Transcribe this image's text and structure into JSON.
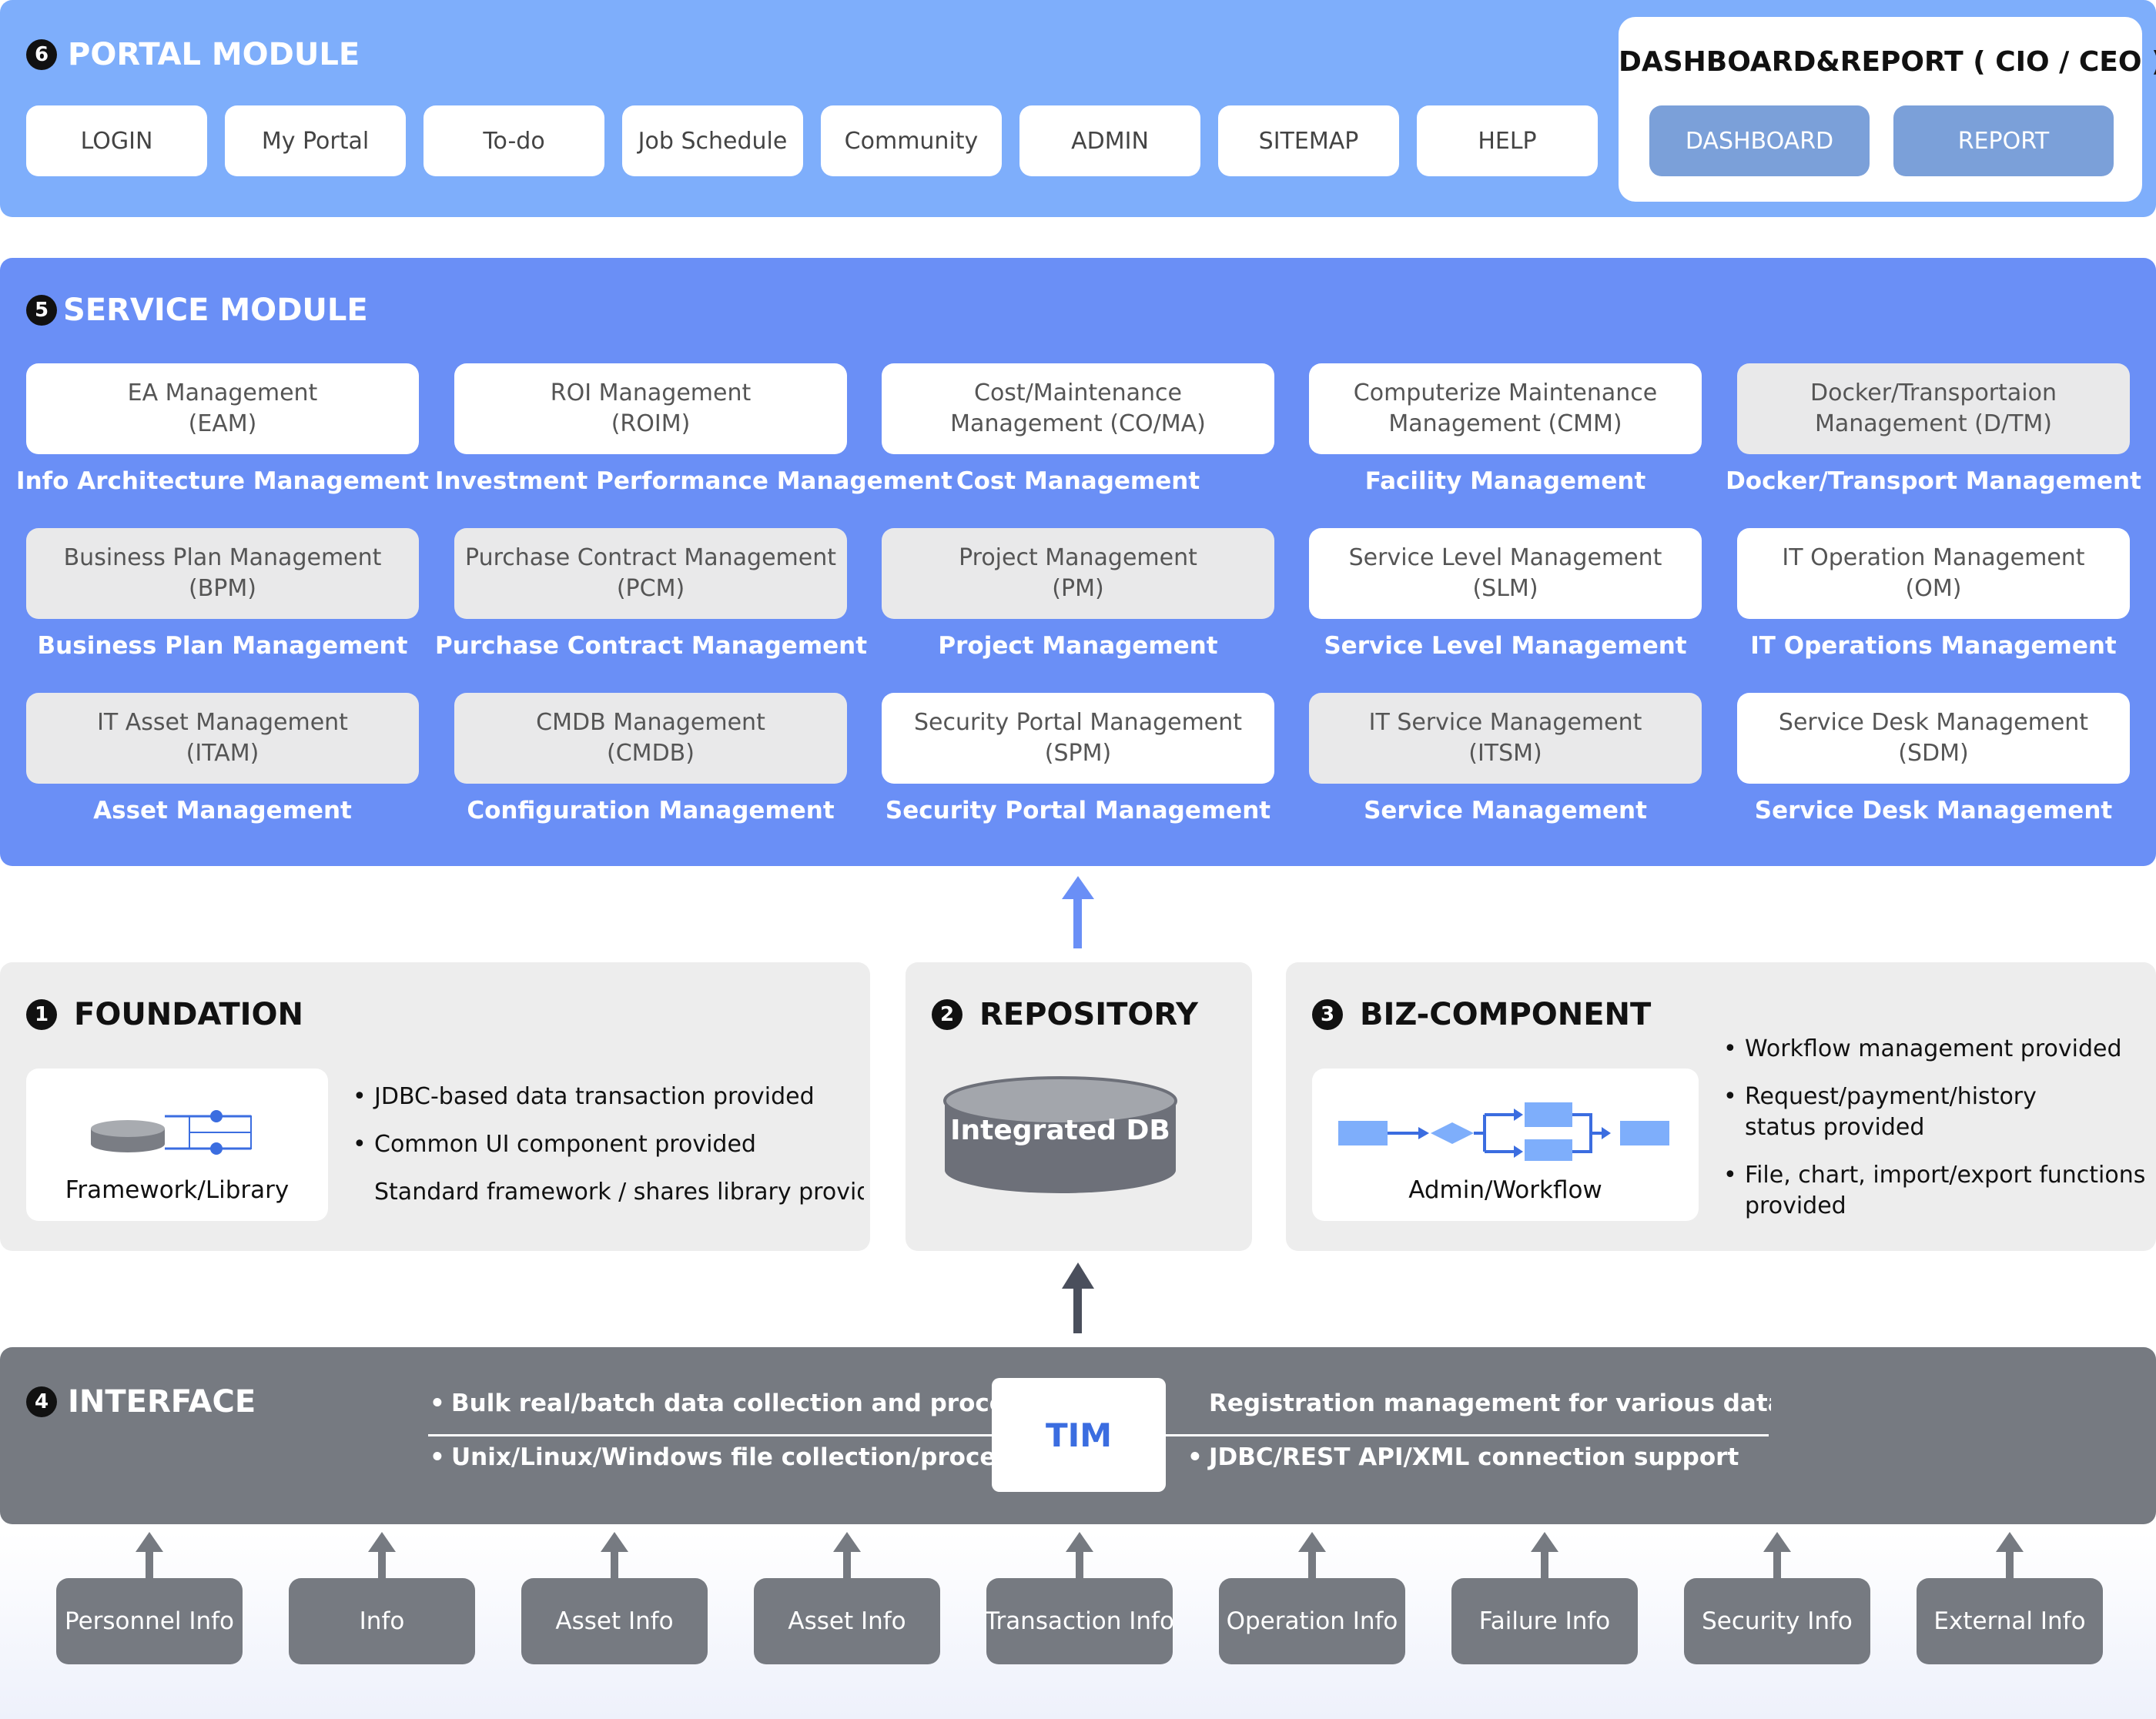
{
  "portal": {
    "number": "6",
    "title": "PORTAL MODULE",
    "buttons": [
      "LOGIN",
      "My Portal",
      "To-do",
      "Job Schedule",
      "Community",
      "ADMIN",
      "SITEMAP",
      "HELP"
    ],
    "dashboard_title": "DASHBOARD&REPORT ( CIO / CEO )",
    "dashboard_buttons": [
      "DASHBOARD",
      "REPORT"
    ]
  },
  "service": {
    "number": "5",
    "title": "SERVICE MODULE",
    "items": [
      {
        "name": "EA Management",
        "abbr": "(EAM)",
        "desc": "Info Architecture Management",
        "style": "white"
      },
      {
        "name": "ROI Management",
        "abbr": "(ROIM)",
        "desc": "Investment Performance Management",
        "style": "white"
      },
      {
        "name": "Cost/Maintenance",
        "abbr": "Management (CO/MA)",
        "desc": "Cost Management",
        "style": "white"
      },
      {
        "name": "Computerize Maintenance",
        "abbr": "Management (CMM)",
        "desc": "Facility Management",
        "style": "white"
      },
      {
        "name": "Docker/Transportaion",
        "abbr": "Management (D/TM)",
        "desc": "Docker/Transport Management",
        "style": "gray"
      },
      {
        "name": "Business Plan Management",
        "abbr": "(BPM)",
        "desc": "Business Plan Management",
        "style": "gray"
      },
      {
        "name": "Purchase Contract Management",
        "abbr": "(PCM)",
        "desc": "Purchase Contract Management",
        "style": "gray"
      },
      {
        "name": "Project Management",
        "abbr": "(PM)",
        "desc": "Project Management",
        "style": "gray"
      },
      {
        "name": "Service Level Management",
        "abbr": "(SLM)",
        "desc": "Service Level Management",
        "style": "white"
      },
      {
        "name": "IT Operation Management",
        "abbr": "(OM)",
        "desc": "IT Operations Management",
        "style": "white"
      },
      {
        "name": "IT Asset Management",
        "abbr": "(ITAM)",
        "desc": "Asset Management",
        "style": "gray"
      },
      {
        "name": "CMDB Management",
        "abbr": "(CMDB)",
        "desc": "Configuration Management",
        "style": "gray"
      },
      {
        "name": "Security Portal Management",
        "abbr": "(SPM)",
        "desc": "Security Portal Management",
        "style": "white"
      },
      {
        "name": "IT Service Management",
        "abbr": "(ITSM)",
        "desc": "Service Management",
        "style": "gray"
      },
      {
        "name": "Service Desk Management",
        "abbr": "(SDM)",
        "desc": "Service Desk Management",
        "style": "white"
      }
    ]
  },
  "foundation": {
    "number": "1",
    "title": "FOUNDATION",
    "card_label": "Framework/Library",
    "bullets": [
      "JDBC-based data transaction provided",
      "Common UI component provided",
      "Standard framework / shares library provide"
    ]
  },
  "repository": {
    "number": "2",
    "title": "REPOSITORY",
    "db_label": "Integrated DB"
  },
  "biz": {
    "number": "3",
    "title": "BIZ-COMPONENT",
    "card_label": "Admin/Workflow",
    "bullets": [
      "Workflow management provided",
      "Request/payment/history",
      "status provided",
      "File, chart, import/export functions",
      "provided"
    ]
  },
  "interface": {
    "number": "4",
    "title": "INTERFACE",
    "center": "TIM",
    "left_bullets": [
      "Bulk real/batch data collection and processing",
      "Unix/Linux/Windows file collection/processing"
    ],
    "right_bullets": [
      "Registration management for various data collect",
      "JDBC/REST API/XML connection support"
    ]
  },
  "sources": [
    "Personnel Info",
    "Info",
    "Asset Info",
    "Asset Info",
    "Transaction Info",
    "Operation Info",
    "Failure Info",
    "Security Info",
    "External Info"
  ],
  "colors": {
    "portal_bg": "#7eaefb",
    "service_bg": "#6a8ff6",
    "interface_bg": "#767a81",
    "accent_blue": "#3b6de0",
    "arrow_blue": "#6a8ff6",
    "arrow_dark": "#4a4f5c"
  }
}
